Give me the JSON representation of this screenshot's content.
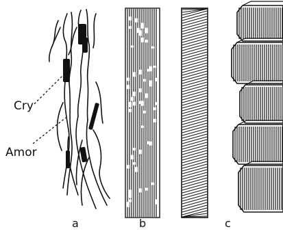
{
  "figure": {
    "annotations": {
      "cry": "Cry",
      "amor": "Amor"
    },
    "panel_labels": {
      "a": "a",
      "b": "b",
      "c": "c"
    }
  }
}
